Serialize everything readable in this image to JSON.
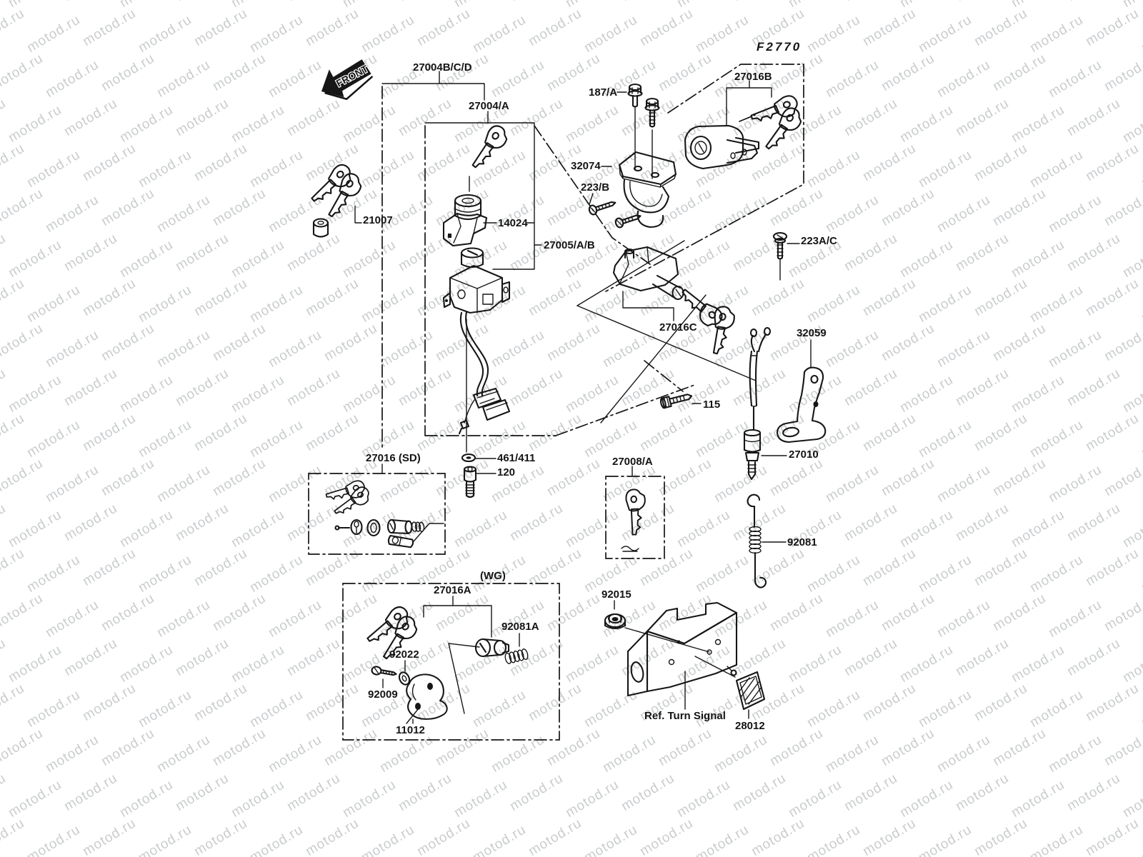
{
  "watermark": {
    "text": "motod.ru"
  },
  "diagram": {
    "code": "F2770",
    "front_label": "FRONT",
    "ref_note": "Ref. Turn Signal",
    "groups": {
      "sd": "27016 (SD)",
      "wg": "(WG)"
    }
  },
  "labels": {
    "p27004bcd": "27004B/C/D",
    "p27004a": "27004/A",
    "p187a": "187/A",
    "p27016b": "27016B",
    "p32074": "32074",
    "p223b": "223/B",
    "p21007": "21007",
    "p14024": "14024",
    "p27005ab": "27005/A/B",
    "p223ac": "223A/C",
    "p27016c": "27016C",
    "p32059": "32059",
    "p115": "115",
    "p461411": "461/411",
    "p120": "120",
    "p27008a": "27008/A",
    "p27010": "27010",
    "p92081": "92081",
    "p27016a": "27016A",
    "p92081a": "92081A",
    "p92015": "92015",
    "p92022": "92022",
    "p92009": "92009",
    "p11012": "11012",
    "p28012": "28012"
  },
  "colors": {
    "line": "#161616",
    "watermark": "#c9ccce",
    "background": "#ffffff"
  }
}
